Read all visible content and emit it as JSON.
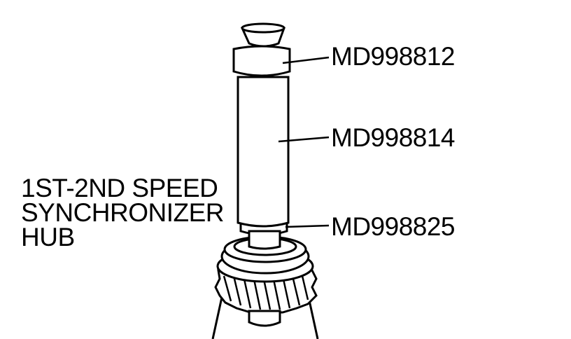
{
  "callouts": {
    "top": "MD998812",
    "middle": "MD998814",
    "bottom": "MD998825"
  },
  "part_label": {
    "line1": "1ST-2ND SPEED",
    "line2": "SYNCHRONIZER",
    "line3": "HUB"
  },
  "colors": {
    "ink": "#000000",
    "paper": "#ffffff"
  }
}
